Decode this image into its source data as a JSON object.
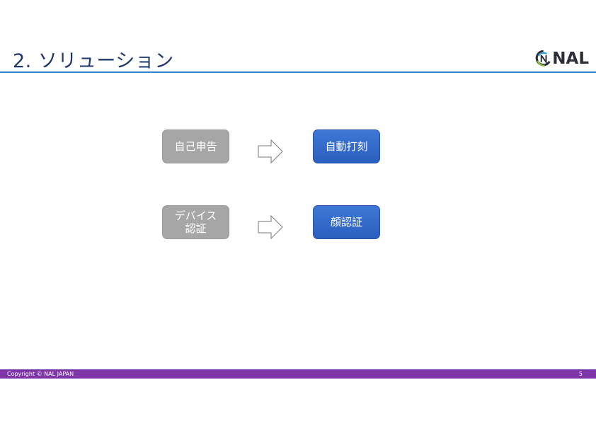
{
  "header": {
    "title": "2. ソリューション",
    "logo_text": "NAL"
  },
  "rows": [
    {
      "before": "自己申告",
      "after": "自動打刻"
    },
    {
      "before_line1": "デバイス",
      "before_line2": "認証",
      "after": "顔認証"
    }
  ],
  "footer": {
    "copyright": "Copyright © NAL JAPAN",
    "page_number": "5"
  },
  "colors": {
    "title": "#1f3a6e",
    "rule": "#3b7fc4",
    "gray_box": "#a6a6a6",
    "blue_box": "#2f66c8",
    "footer_bar": "#7d35a8"
  }
}
